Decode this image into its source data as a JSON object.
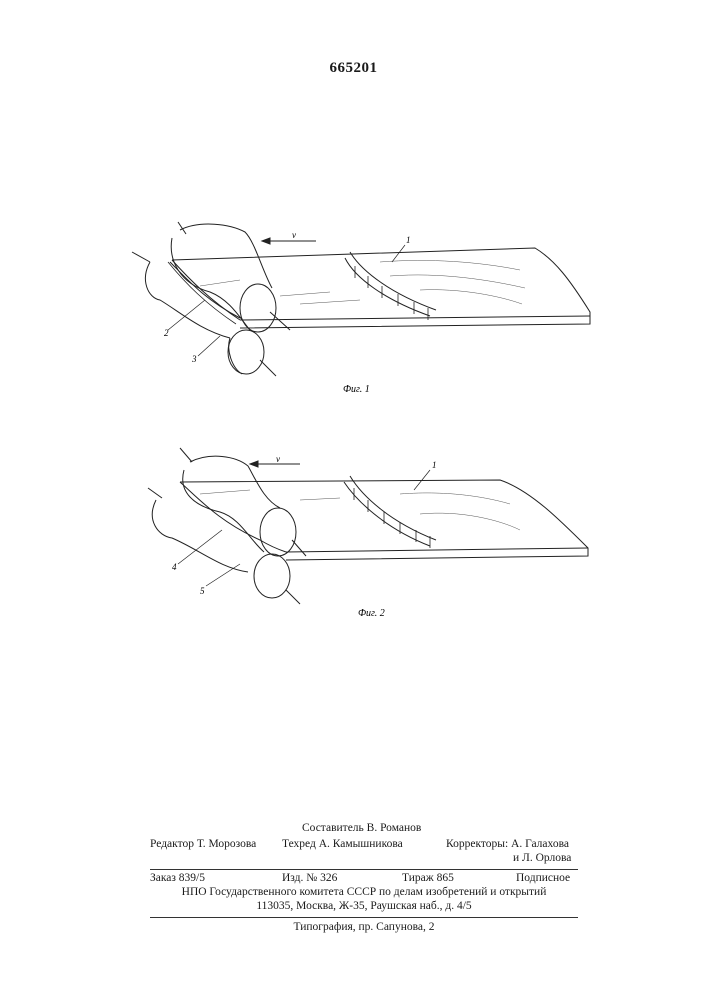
{
  "patent_number": "665201",
  "figure1": {
    "caption": "Фиг. 1",
    "velocity_label": "v",
    "labels": [
      "1",
      "2",
      "3"
    ]
  },
  "figure2": {
    "caption": "Фиг. 2",
    "velocity_label": "v",
    "labels": [
      "1",
      "4",
      "5"
    ]
  },
  "credits": {
    "compiler": "Составитель В. Романов",
    "editor": "Редактор Т. Морозова",
    "techred": "Техред А. Камышникова",
    "correctors_1": "Корректоры: А. Галахова",
    "correctors_2": "и Л. Орлова",
    "order": "Заказ 839/5",
    "edition": "Изд. № 326",
    "circulation": "Тираж 865",
    "subscription": "Подписное",
    "org_line": "НПО Государственного комитета СССР по делам изобретений и открытий",
    "address": "113035, Москва, Ж-35, Раушская наб., д. 4/5",
    "printing": "Типография, пр. Сапунова, 2"
  }
}
